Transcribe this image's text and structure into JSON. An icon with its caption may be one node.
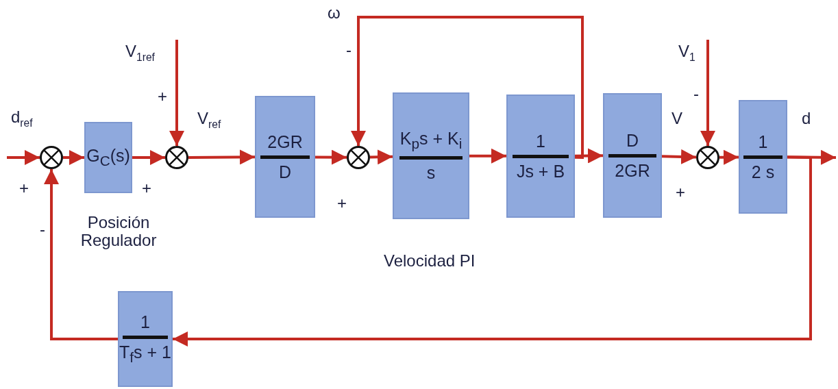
{
  "diagram": {
    "nodes": [
      {
        "text": [],
        "shape": "circle"
      },
      {
        "text": [
          "G$_{C}$(s)"
        ]
      },
      {
        "text": [],
        "shape": "circle"
      },
      {
        "text": [
          "2GR",
          "D"
        ]
      },
      {
        "text": [],
        "shape": "circle"
      },
      {
        "text": [
          "K$_{p}$s + K$_{i}$",
          "s"
        ]
      },
      {
        "text": [
          "1",
          "Js + B"
        ]
      },
      {
        "text": [
          "D",
          "2GR"
        ]
      },
      {
        "text": [],
        "shape": "circle"
      },
      {
        "text": [
          "1",
          "2 s"
        ]
      },
      {
        "text": [
          "1",
          "T$_{f}$s + 1"
        ]
      }
    ],
    "edges": [
      {
        "from": null,
        "to": 0,
        "arrow": "to"
      },
      {
        "from": 0,
        "to": 1,
        "arrow": "to"
      },
      {
        "from": 1,
        "to": 2,
        "arrow": "to"
      },
      {
        "from": null,
        "to": 2,
        "arrow": "to"
      },
      {
        "from": 2,
        "to": 3,
        "arrow": "to"
      },
      {
        "from": 3,
        "to": 4,
        "arrow": "to"
      },
      {
        "from": 4,
        "to": 5,
        "arrow": "to"
      },
      {
        "from": 5,
        "to": 6,
        "arrow": "to"
      },
      {
        "from": 6,
        "to": 7,
        "arrow": "to"
      },
      {
        "from": 6,
        "to": 4,
        "arrow": "to"
      },
      {
        "from": 7,
        "to": 8,
        "arrow": "to"
      },
      {
        "from": null,
        "to": 8,
        "arrow": "to"
      },
      {
        "from": 8,
        "to": 9,
        "arrow": "to"
      },
      {
        "from": 9,
        "to": null,
        "arrow": "to"
      },
      {
        "from": 9,
        "to": 10,
        "arrow": "to"
      },
      {
        "from": 10,
        "to": 0,
        "arrow": "to"
      }
    ],
    "labels": [
      "ω",
      "V$_{1ref}$",
      "+",
      "-",
      "V$_{1}$",
      "-",
      "d$_{ref}$",
      "V$_{ref}$",
      "V",
      "d",
      "+",
      "+",
      "+",
      "+",
      "-",
      "Posición Regulador",
      "Velocidad PI"
    ]
  }
}
